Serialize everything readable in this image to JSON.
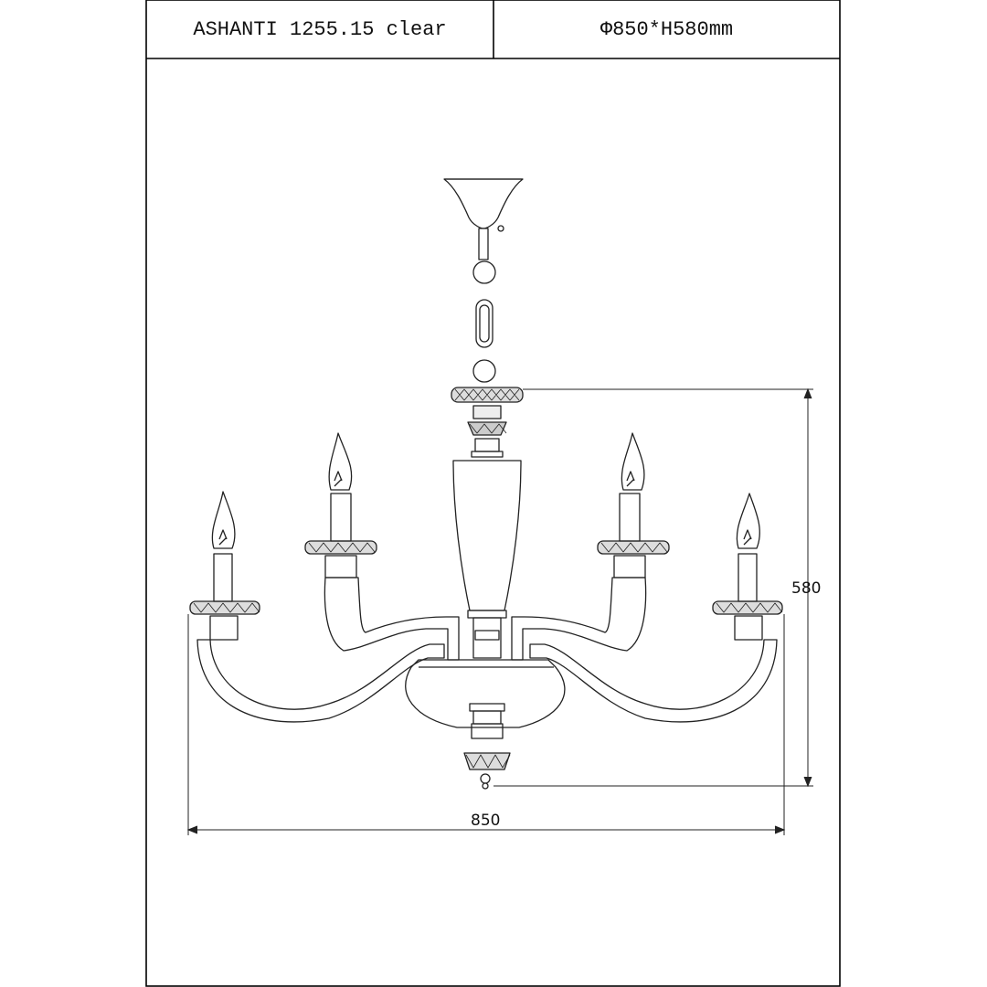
{
  "header": {
    "model": "ASHANTI 1255.15 clear",
    "size": "Φ850*H580mm"
  },
  "dimensions": {
    "width": "850",
    "height": "580"
  }
}
